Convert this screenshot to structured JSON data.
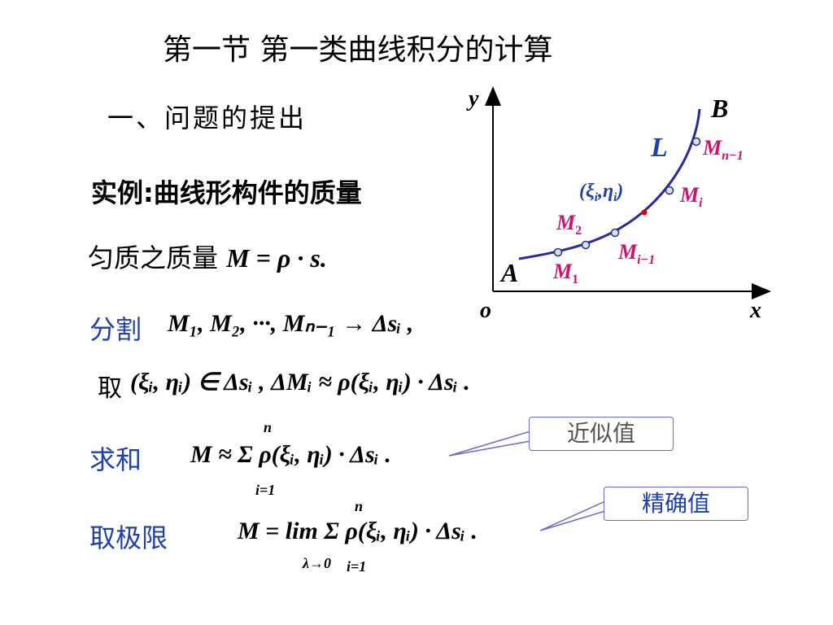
{
  "title": "第一节 第一类曲线积分的计算",
  "section_heading": "一、问题的提出",
  "example_label": "实例:曲线形构件的质量",
  "uniform_text": "匀质之质量",
  "uniform_formula": "M = ρ · s.",
  "steps": {
    "divide": "分割",
    "take": "取",
    "sum": "求和",
    "limit": "取极限"
  },
  "formulas": {
    "divide": "M₁, M₂, ···, Mₙ₋₁ → Δsᵢ ,",
    "take": "(ξᵢ, ηᵢ) ∈ Δsᵢ ,   ΔMᵢ ≈ ρ(ξᵢ, ηᵢ) · Δsᵢ .",
    "sum": "M ≈ Σ ρ(ξᵢ, ηᵢ) · Δsᵢ .",
    "limit": "M = lim Σ ρ(ξᵢ, ηᵢ) · Δsᵢ ."
  },
  "sum_limits": {
    "upper": "n",
    "lower": "i=1"
  },
  "lim_sub": "λ→0",
  "callouts": {
    "approx": "近似值",
    "exact": "精确值"
  },
  "figure": {
    "axis_y": "y",
    "axis_x": "x",
    "origin": "o",
    "point_A": "A",
    "point_B": "B",
    "curve_L": "L",
    "M1": "M",
    "M1_sub": "1",
    "M2": "M",
    "M2_sub": "2",
    "Mi1": "M",
    "Mi1_sub": "i−1",
    "Mi": "M",
    "Mi_sub": "i",
    "Mn1": "M",
    "Mn1_sub": "n−1",
    "xi_eta": "(ξ",
    "xi_eta_sub_i": "i",
    "xi_eta_mid": ",η",
    "xi_eta_close": ")",
    "colors": {
      "curve": "#2a2a9a",
      "label_pink": "#d0106c",
      "label_blue": "#1f3fae",
      "point_fill": "#cfe9d6",
      "red_point": "#e00000"
    }
  }
}
